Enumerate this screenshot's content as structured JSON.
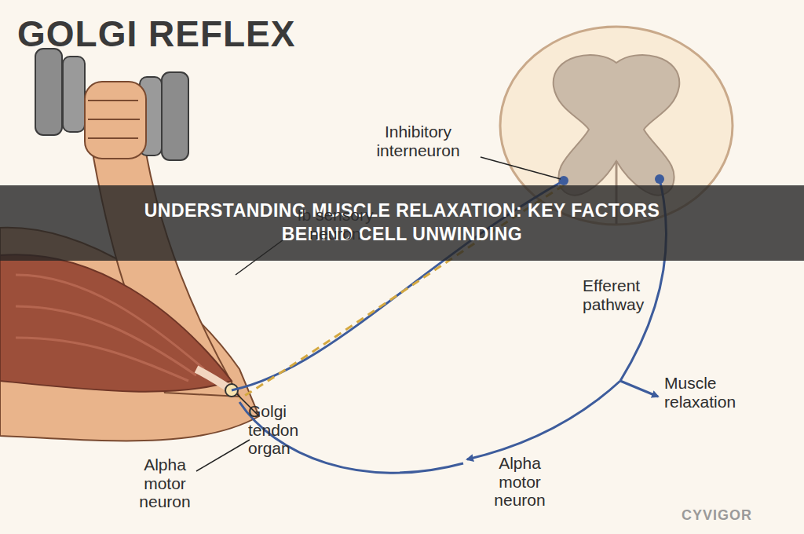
{
  "diagram": {
    "title": "GOLGI REFLEX",
    "nodes": [
      {
        "text": [
          "UNDERSTANDING MUSCLE RELAXATION: KEY FACTORS BEHIND CELL UNWINDING"
        ]
      }
    ],
    "labels": [
      "Inhibitory interneuron",
      "Ib sensory neuron",
      "Efferent pathway",
      "Golgi tendon organ",
      "Alpha motor neuron",
      "Muscle relaxation",
      "Alpha motor neuron",
      "CYVIGOR"
    ]
  }
}
